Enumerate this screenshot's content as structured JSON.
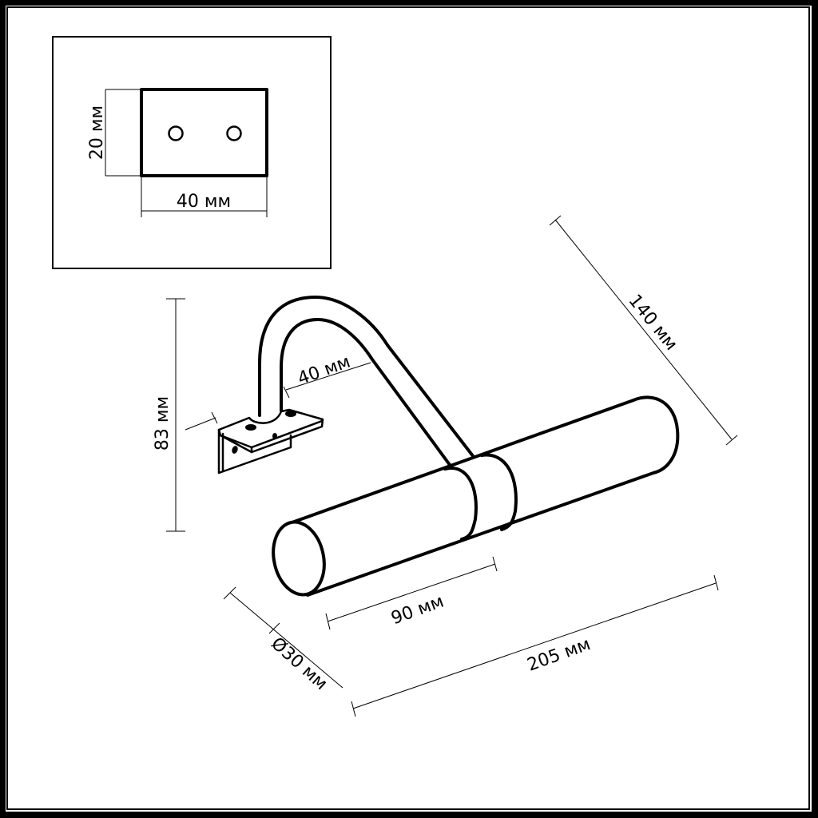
{
  "drawing": {
    "subject": "wall picture light with bent arm and double cylinder shade",
    "inset": {
      "title": "mounting plate",
      "height_label": "20 мм",
      "width_label": "40 мм",
      "hole_count": 2
    },
    "dimensions": {
      "height_total": "83 мм",
      "arm_reach": "140 мм",
      "plate_depth": "40 мм",
      "shade_section": "90 мм",
      "length_total": "205 мм",
      "diameter": "Ø30 мм"
    },
    "colors": {
      "line": "#000000",
      "background": "#ffffff"
    }
  }
}
